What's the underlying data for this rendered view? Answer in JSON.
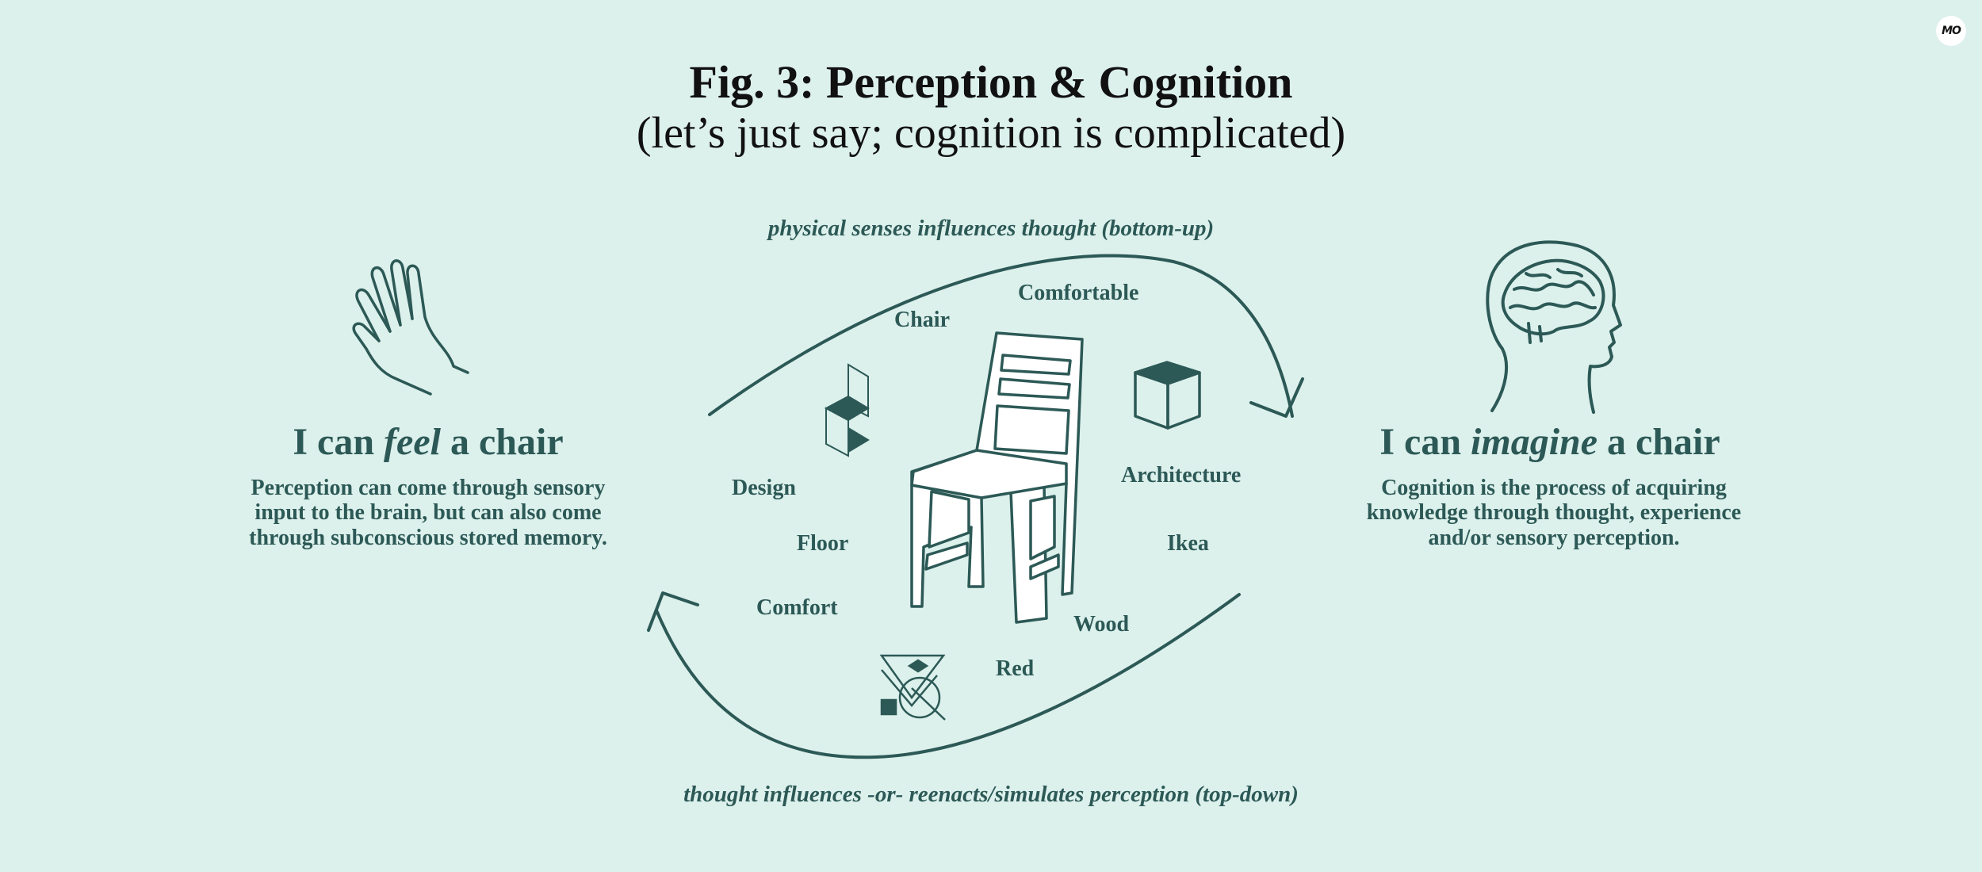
{
  "figure": {
    "title": "Fig. 3: Perception & Cognition",
    "subtitle": "(let’s just say; cognition is complicated)",
    "logo_text": "MO",
    "top_caption": "physical senses influences thought (bottom-up)",
    "bottom_caption": "thought influences -or- reenacts/simulates perception (top-down)"
  },
  "left": {
    "heading_prefix": "I can",
    "heading_em": "feel",
    "heading_suffix": "a chair",
    "body": "Perception can come through sensory input to the brain, but can also come through subconscious stored memory.",
    "icon": "hand-icon"
  },
  "right": {
    "heading_prefix": "I can",
    "heading_em": "imagine",
    "heading_suffix": "a chair",
    "body": "Cognition is the process of acquiring knowledge through thought, experience and/or sensory perception.",
    "icon": "head-brain-icon"
  },
  "words": {
    "chair": "Chair",
    "comfortable": "Comfortable",
    "design": "Design",
    "floor": "Floor",
    "comfort": "Comfort",
    "architecture": "Architecture",
    "ikea": "Ikea",
    "wood": "Wood",
    "red": "Red"
  },
  "colors": {
    "background": "#dcf0ec",
    "accent": "#2c5956",
    "title": "#111111"
  }
}
